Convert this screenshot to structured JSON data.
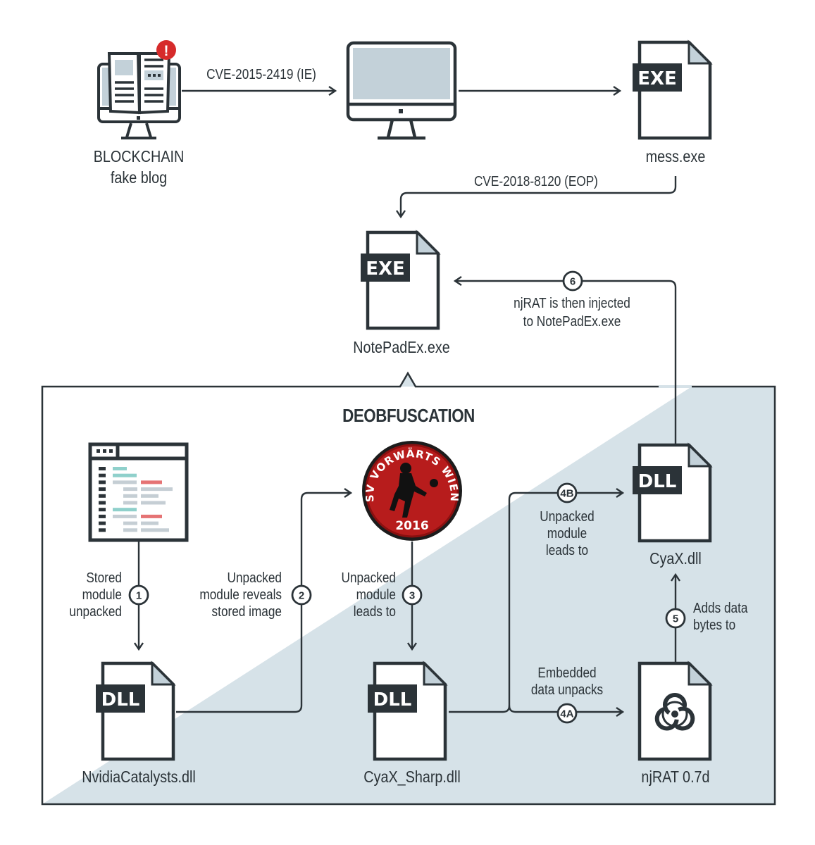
{
  "colors": {
    "ink": "#2b3338",
    "panel_fill": "#d6e2e8",
    "screen_fill": "#c3d1d9",
    "badge_red": "#d62b2b",
    "teal": "#8fd0cb",
    "salmon": "#e57374",
    "gray_bar": "#c5ced4"
  },
  "nodes": {
    "blog": {
      "label_line1": "BLOCKCHAIN",
      "label_line2": "fake blog",
      "icon": "computer-with-book-alert-icon",
      "alert_symbol": "!"
    },
    "victim_pc": {
      "icon": "desktop-computer-icon"
    },
    "mess": {
      "label": "mess.exe",
      "tag": "EXE",
      "icon": "exe-file-icon"
    },
    "notepad": {
      "label": "NotePadEx.exe",
      "tag": "EXE",
      "icon": "exe-file-icon"
    },
    "stored_module": {
      "icon": "code-window-icon"
    },
    "image": {
      "icon": "sv-vorwaerts-wien-logo",
      "text_arc": "SV VORWÄRTS WIEN",
      "year": "2016"
    },
    "nvidia": {
      "label": "NvidiaCatalysts.dll",
      "tag": "DLL",
      "icon": "dll-file-icon"
    },
    "cyax_sharp": {
      "label": "CyaX_Sharp.dll",
      "tag": "DLL",
      "icon": "dll-file-icon"
    },
    "cyax": {
      "label": "CyaX.dll",
      "tag": "DLL",
      "icon": "dll-file-icon"
    },
    "njrat": {
      "label": "njRAT 0.7d",
      "icon": "biohazard-file-icon"
    }
  },
  "panel": {
    "title": "DEOBFUSCATION"
  },
  "edges": {
    "e1": {
      "label": "CVE-2015-2419 (IE)"
    },
    "e2": {
      "label": "CVE-2018-8120 (EOP)"
    },
    "s1": {
      "step": "1",
      "line1": "Stored",
      "line2": "module",
      "line3": "unpacked"
    },
    "s2": {
      "step": "2",
      "line1": "Unpacked",
      "line2": "module reveals",
      "line3": "stored image"
    },
    "s3": {
      "step": "3",
      "line1": "Unpacked",
      "line2": "module",
      "line3": "leads to"
    },
    "s4a": {
      "step": "4A",
      "line1": "Embedded",
      "line2": "data unpacks"
    },
    "s4b": {
      "step": "4B",
      "line1": "Unpacked",
      "line2": "module",
      "line3": "leads to"
    },
    "s5": {
      "step": "5",
      "line1": "Adds data",
      "line2": "bytes to"
    },
    "s6": {
      "step": "6",
      "line1": "njRAT is then injected",
      "line2": "to NotePadEx.exe"
    }
  }
}
